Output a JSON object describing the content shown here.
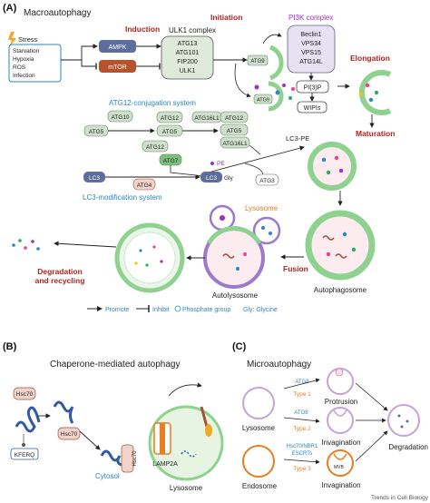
{
  "panelA": {
    "label": "(A)",
    "title": "Macroautophagy",
    "induction": {
      "title": "Induction",
      "stress_title": "Stress",
      "stresses": [
        "Starvation",
        "Hypoxia",
        "ROS",
        "Infection"
      ],
      "ampk": "AMPK",
      "mtor": "mTOR"
    },
    "initiation": {
      "title": "Initiation",
      "complex_name": "ULK1 complex",
      "members": [
        "ATG13",
        "ATG101",
        "FIP200",
        "ULK1"
      ],
      "atg9": "ATG9"
    },
    "pi3k": {
      "title": "PI3K complex",
      "members": [
        "Beclin1",
        "VPS34",
        "VPS15",
        "ATG14L"
      ],
      "pi3p": "PI(3)P",
      "wipis": "WIPIs"
    },
    "elongation": "Elongation",
    "maturation": "Maturation",
    "atg12_system": {
      "title": "ATG12-conjugation system",
      "atg10": "ATG10",
      "atg5": "ATG5",
      "atg12": "ATG12",
      "atg7": "ATG7",
      "atg16l1": "ATG16L1"
    },
    "lc3_system": {
      "title": "LC3-modification system",
      "lc3": "LC3",
      "atg4": "ATG4",
      "pe": "PE",
      "gly": "Gly",
      "lc3pe": "LC3-PE",
      "atg3": "ATG3"
    },
    "stages": {
      "lysosome": "Lysosome",
      "fusion": "Fusion",
      "degradation": [
        "Degradation",
        "and recycling"
      ],
      "autolysosome": "Autolysosome",
      "autophagosome": "Autophagosome"
    },
    "legend": {
      "promote": "Promote",
      "inhibit": "Inhibit",
      "phosphate": "Phosphate group",
      "glycine": "Gly: Glycine"
    }
  },
  "panelB": {
    "label": "(B)",
    "title": "Chaperone-mediated autophagy",
    "hsc70": "Hsc70",
    "kferq": "KFERQ",
    "lamp2a": "LAMP2A",
    "cytosol": "Cytosol",
    "lysosome": "Lysosome"
  },
  "panelC": {
    "label": "(C)",
    "title": "Microautophagy",
    "lysosome": "Lysosome",
    "endosome": "Endosome",
    "type1": {
      "mediator": "ATG8",
      "type": "Type 1",
      "result": "Protrusion"
    },
    "type2": {
      "mediator": "ATG8",
      "type": "Type 2",
      "result": "Invagination"
    },
    "type3": {
      "mediator": "Hsc70/NBR1",
      "mediator2": "ESCRTs",
      "type": "Type 3",
      "result": "Invagination"
    },
    "mvb": "MVB",
    "final": "Degradation"
  },
  "footer": "Trends in Cell Biology",
  "colors": {
    "section_red": "#b22222",
    "pi3k_purple": "#9b30c8",
    "system_blue": "#2e86c1",
    "lysosome_orange": "#e67e22",
    "membrane_green": "#8fd18f",
    "lysosome_purple": "#9b7bc9",
    "protein_box": "#cfe0cc"
  }
}
